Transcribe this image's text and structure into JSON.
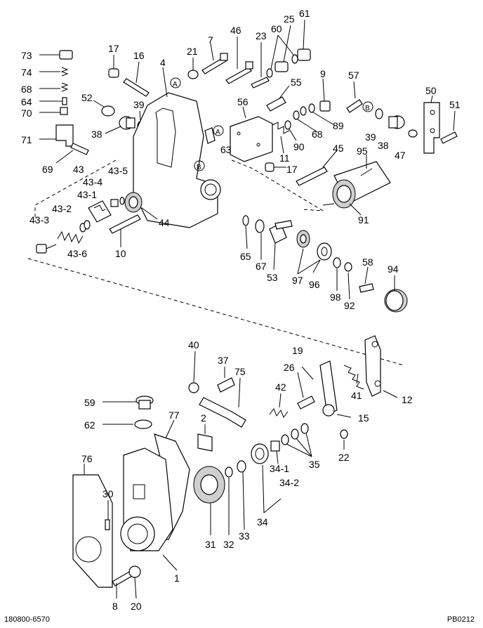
{
  "labels": {
    "l73": "73",
    "l74": "74",
    "l68a": "68",
    "l64": "64",
    "l70": "70",
    "l71": "71",
    "l69": "69",
    "l17a": "17",
    "l16": "16",
    "l4": "4",
    "l21": "21",
    "l7": "7",
    "l46": "46",
    "l23": "23",
    "l60": "60",
    "l25": "25",
    "l61": "61",
    "l52": "52",
    "l39a": "39",
    "l38a": "38",
    "l55": "55",
    "l9": "9",
    "l57": "57",
    "l50": "50",
    "l51": "51",
    "l56": "56",
    "l89": "89",
    "l68b": "68",
    "lB1": "B",
    "l39b": "39",
    "l38b": "38",
    "l47": "47",
    "l63": "63",
    "l90": "90",
    "l11": "11",
    "l17b": "17",
    "l45": "45",
    "l95": "95",
    "l43": "43",
    "l43_5": "43-5",
    "l43_4": "43-4",
    "l43_1": "43-1",
    "l43_2": "43-2",
    "l43_3": "43-3",
    "l43_6": "43-6",
    "l44": "44",
    "l10": "10",
    "l91": "91",
    "l65": "65",
    "l67": "67",
    "l53": "53",
    "l97": "97",
    "l96": "96",
    "l98": "98",
    "l92": "92",
    "l58": "58",
    "l94": "94",
    "lA1": "A",
    "lA2": "A",
    "lB2": "B",
    "l40": "40",
    "l37": "37",
    "l75": "75",
    "l19": "19",
    "l26": "26",
    "l42": "42",
    "l41": "41",
    "l12": "12",
    "l59": "59",
    "l62": "62",
    "l77": "77",
    "l2": "2",
    "l15": "15",
    "l22": "22",
    "l76": "76",
    "l30": "30",
    "l35": "35",
    "l34_1": "34-1",
    "l34_2": "34-2",
    "l34": "34",
    "l31": "31",
    "l32": "32",
    "l33": "33",
    "l1": "1",
    "l8": "8",
    "l20": "20"
  },
  "footer": {
    "left": "180800-6570",
    "right": "PB0212"
  }
}
